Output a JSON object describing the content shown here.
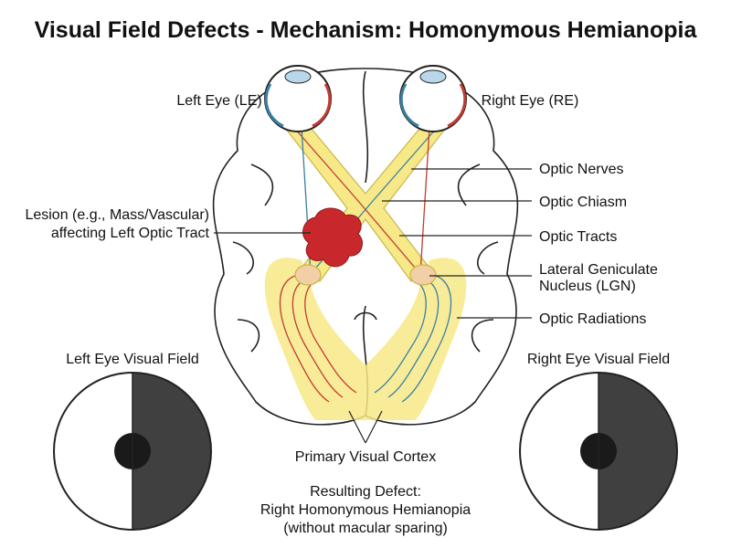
{
  "title": "Visual Field Defects - Mechanism: Homonymous Hemianopia",
  "labels": {
    "left_eye": "Left Eye (LE)",
    "right_eye": "Right Eye (RE)",
    "optic_nerves": "Optic Nerves",
    "optic_chiasm": "Optic Chiasm",
    "optic_tracts": "Optic Tracts",
    "lgn_line1": "Lateral Geniculate",
    "lgn_line2": "Nucleus (LGN)",
    "optic_radiations": "Optic Radiations",
    "lesion_line1": "Lesion (e.g., Mass/Vascular)",
    "lesion_line2": "affecting Left Optic Tract",
    "left_field": "Left Eye Visual Field",
    "right_field": "Right Eye Visual Field",
    "cortex": "Primary Visual Cortex",
    "defect_line1": "Resulting Defect:",
    "defect_line2": "Right Homonymous Hemianopia",
    "defect_line3": "(without macular sparing)"
  },
  "visual_fields": [
    {
      "eye": "left",
      "blind_half": "right"
    },
    {
      "eye": "right",
      "blind_half": "right"
    }
  ],
  "colors": {
    "pathway": "#f7e987",
    "pathway_outline": "#c9b64a",
    "lgn": "#f2cfa6",
    "lesion": "#c8282b",
    "fiber_red": "#c23b32",
    "fiber_blue": "#3a7fa3",
    "blind_field": "#404040"
  }
}
